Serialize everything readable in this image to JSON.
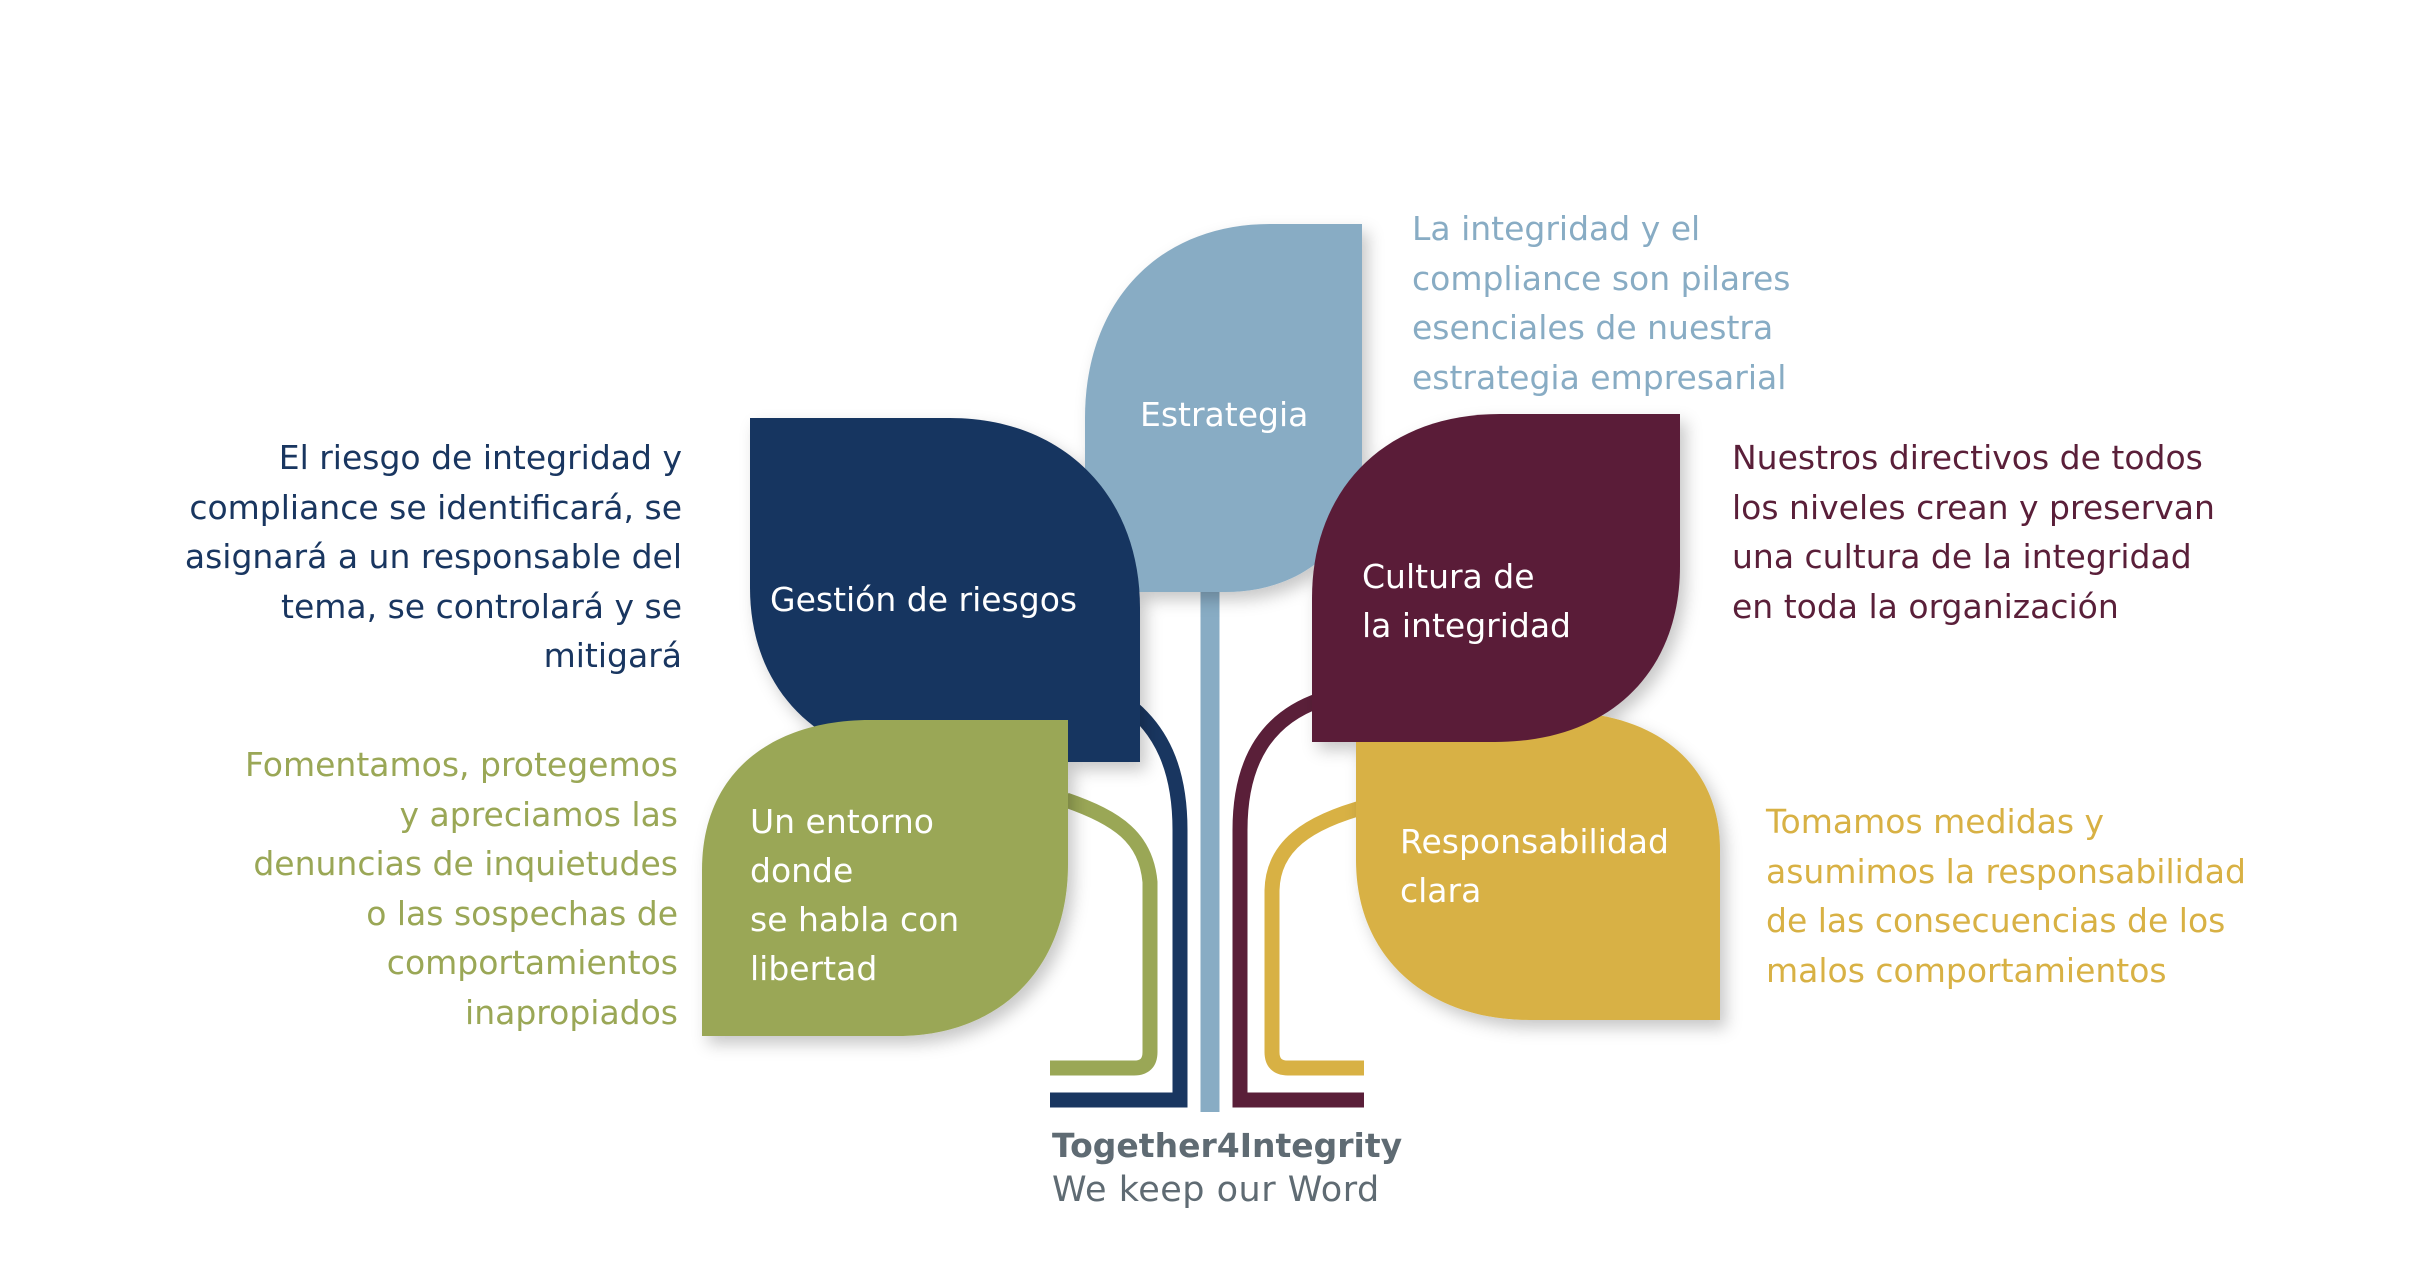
{
  "colors": {
    "estrategia": "#88acc4",
    "gestion": "#193660",
    "cultura": "#5a1f39",
    "entorno": "#9aa756",
    "responsabilidad": "#d8b144",
    "brand_text": "#5f6b73"
  },
  "leaves": {
    "estrategia": {
      "label": "Estrategia",
      "description": "La integridad y el\ncompliance son pilares\nesenciales de nuestra\nestrategia empresarial"
    },
    "gestion": {
      "label": "Gestión de riesgos",
      "description": "El riesgo de integridad y\ncompliance se identificará, se\nasignará a un responsable del\ntema, se controlará y se\nmitigará"
    },
    "cultura": {
      "label": "Cultura de\nla integridad",
      "description": "Nuestros directivos de todos\nlos niveles crean y preservan\nuna cultura de la integridad\nen toda la organización"
    },
    "entorno": {
      "label": "Un entorno\ndonde\nse habla con\nlibertad",
      "description": "Fomentamos, protegemos\ny apreciamos las\ndenuncias de inquietudes\no las sospechas de\ncomportamientos\ninapropiados"
    },
    "responsabilidad": {
      "label": "Responsabilidad\nclara",
      "description": "Tomamos medidas y\nasumimos la responsabilidad\nde las consecuencias de los\nmalos comportamientos"
    }
  },
  "brand": {
    "title": "Together4Integrity",
    "subtitle": "We keep our Word"
  }
}
